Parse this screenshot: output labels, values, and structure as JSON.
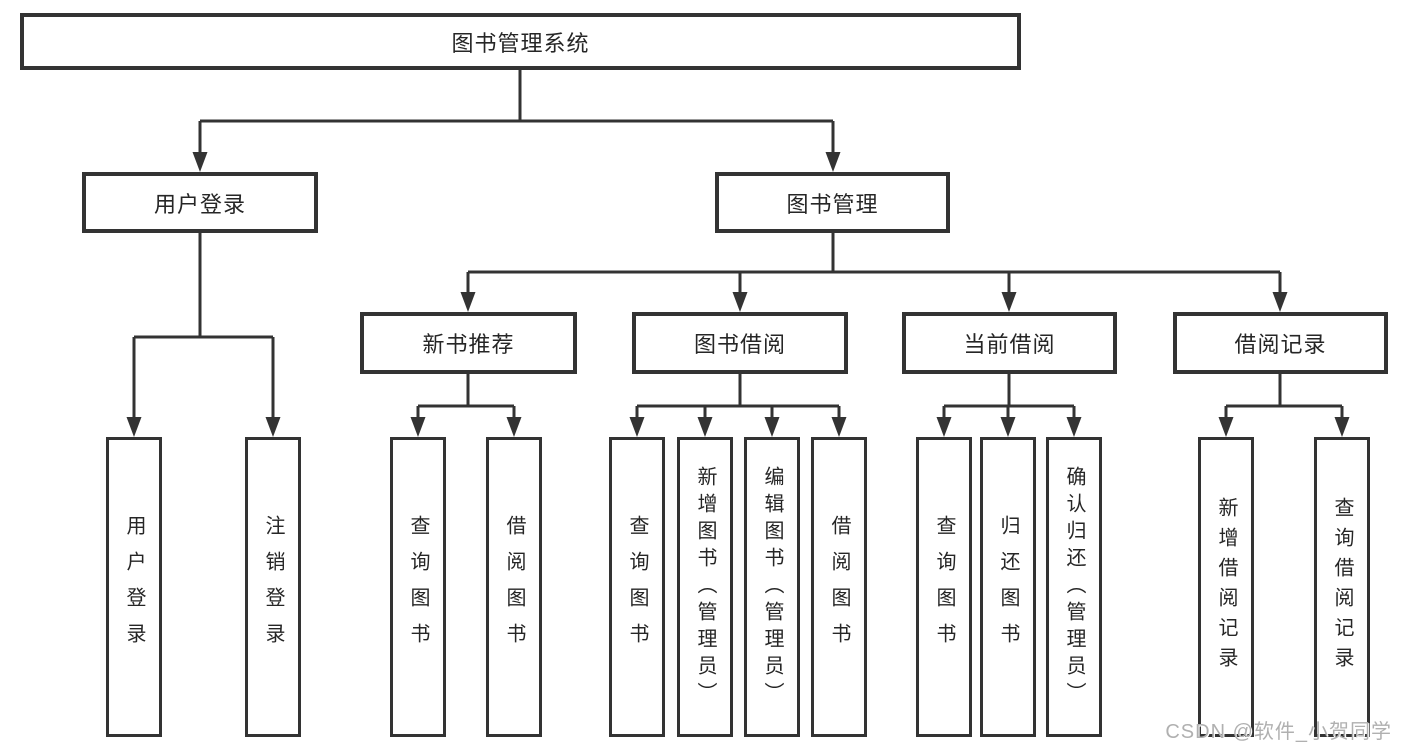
{
  "tree": {
    "root": {
      "label": "图书管理系统",
      "children": [
        {
          "label": "用户登录",
          "children": [
            {
              "label": "用户登录"
            },
            {
              "label": "注销登录"
            }
          ]
        },
        {
          "label": "图书管理",
          "children": [
            {
              "label": "新书推荐",
              "children": [
                {
                  "label": "查询图书"
                },
                {
                  "label": "借阅图书"
                }
              ]
            },
            {
              "label": "图书借阅",
              "children": [
                {
                  "label": "查询图书"
                },
                {
                  "label": "新增图书（管理员）"
                },
                {
                  "label": "编辑图书（管理员）"
                },
                {
                  "label": "借阅图书"
                }
              ]
            },
            {
              "label": "当前借阅",
              "children": [
                {
                  "label": "查询图书"
                },
                {
                  "label": "归还图书"
                },
                {
                  "label": "确认归还（管理员）"
                }
              ]
            },
            {
              "label": "借阅记录",
              "children": [
                {
                  "label": "新增借阅记录"
                },
                {
                  "label": "查询借阅记录"
                }
              ]
            }
          ]
        }
      ]
    }
  },
  "watermark": {
    "text": "CSDN @软件_小贺同学"
  },
  "colors": {
    "line": "#333333",
    "box_border": "#333333",
    "box_fill": "#ffffff",
    "text": "#262626",
    "watermark": "#b0b0b0",
    "background": "#ffffff"
  }
}
